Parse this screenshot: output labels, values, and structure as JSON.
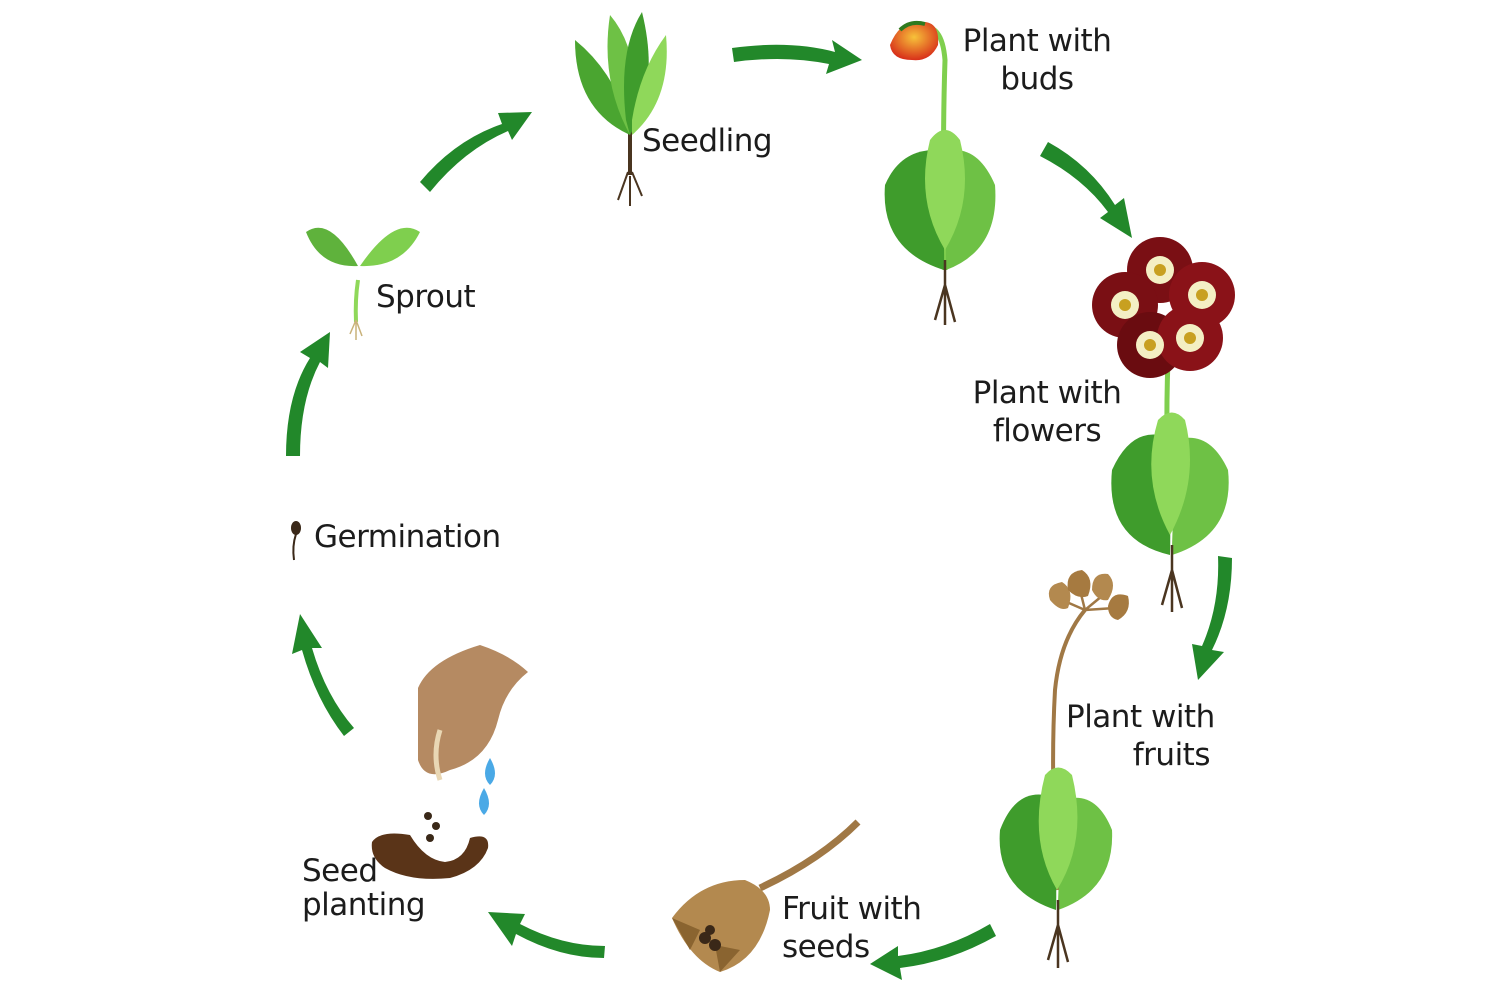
{
  "stages": {
    "seedling": "Seedling",
    "buds": {
      "line1": "Plant with",
      "line2": "buds"
    },
    "flowers": {
      "line1": "Plant with",
      "line2": "flowers"
    },
    "fruits": {
      "line1": "Plant with",
      "line2": "fruits"
    },
    "fruit_seeds": {
      "line1": "Fruit with",
      "line2": "seeds"
    },
    "seed_planting": {
      "line1": "Seed",
      "line2": "planting"
    },
    "germination": "Germination",
    "sprout": "Sprout"
  },
  "colors": {
    "arrow": "#22882a",
    "leaf_light": "#7fcf4e",
    "leaf_dark": "#3f9c2c",
    "flower": "#7a0f14",
    "bud": "#e0451b",
    "seed_pod": "#b3894f",
    "soil": "#5a3418",
    "hand": "#b58a62",
    "water": "#4aa9e6",
    "text": "#1c1c1c"
  }
}
